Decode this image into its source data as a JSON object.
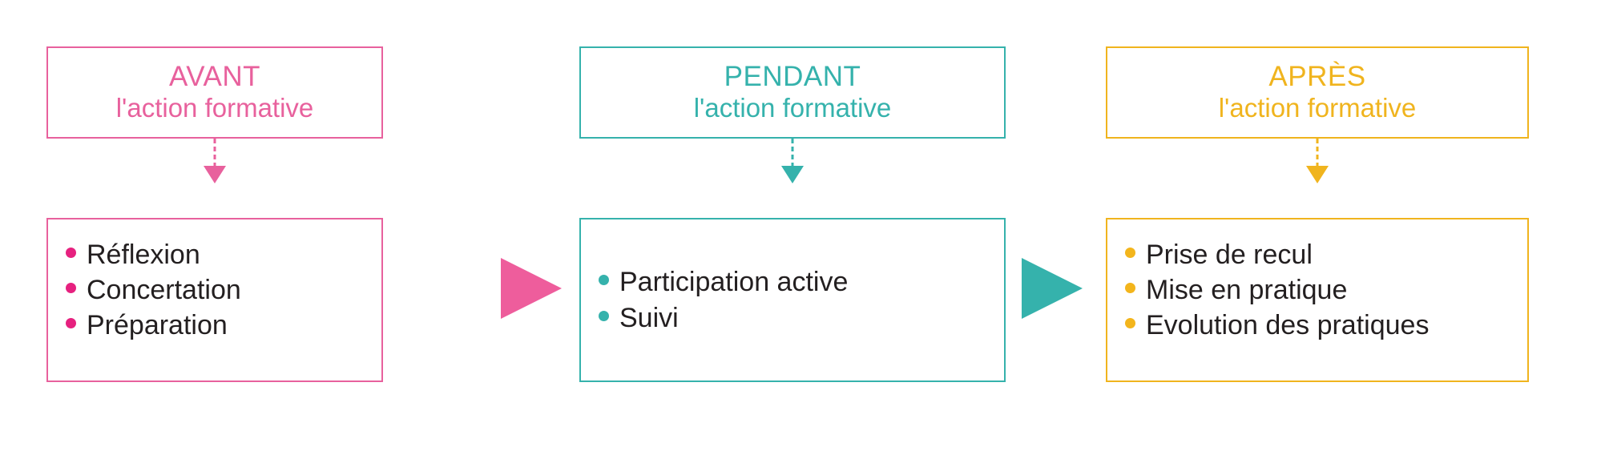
{
  "diagram": {
    "title": "Avant / Pendant / Après l'action formative",
    "background": "#FFFFFF"
  },
  "colors": {
    "pink_border": "#E8619D",
    "pink_bullet": "#E6217F",
    "pink_arrow": "#EE5D9C",
    "teal": "#35B2AC",
    "teal_bullet": "#35B2AC",
    "amber": "#F0B41E",
    "amber_bullet": "#F3B51C",
    "body_text": "#231F20"
  },
  "columns": [
    {
      "id": "avant",
      "title": "AVANT",
      "subtitle": "l'action formative",
      "accent": "#E8619D",
      "bullet_color": "#E6217F",
      "list_align": "top",
      "items": [
        "Réflexion",
        "Concertation",
        "Préparation"
      ]
    },
    {
      "id": "pendant",
      "title": "PENDANT",
      "subtitle": "l'action formative",
      "accent": "#35B2AC",
      "bullet_color": "#35B2AC",
      "list_align": "center",
      "items": [
        "Participation active",
        "Suivi"
      ]
    },
    {
      "id": "apres",
      "title": "APRÈS",
      "subtitle": "l'action formative",
      "accent": "#F0B41E",
      "bullet_color": "#F3B51C",
      "list_align": "top",
      "items": [
        "Prise de recul",
        "Mise en pratique",
        "Evolution des pratiques"
      ]
    }
  ],
  "flow_arrows": [
    {
      "id": "avant-to-pendant",
      "color": "#EE5D9C",
      "direction": "right"
    },
    {
      "id": "pendant-to-apres",
      "color": "#35B2AC",
      "direction": "right"
    }
  ],
  "connectors": [
    {
      "id": "avant-connector",
      "color": "#E8619D",
      "style": "dashed",
      "direction": "down"
    },
    {
      "id": "pendant-connector",
      "color": "#35B2AC",
      "style": "dashed",
      "direction": "down"
    },
    {
      "id": "apres-connector",
      "color": "#F0B41E",
      "style": "dashed",
      "direction": "down"
    }
  ]
}
